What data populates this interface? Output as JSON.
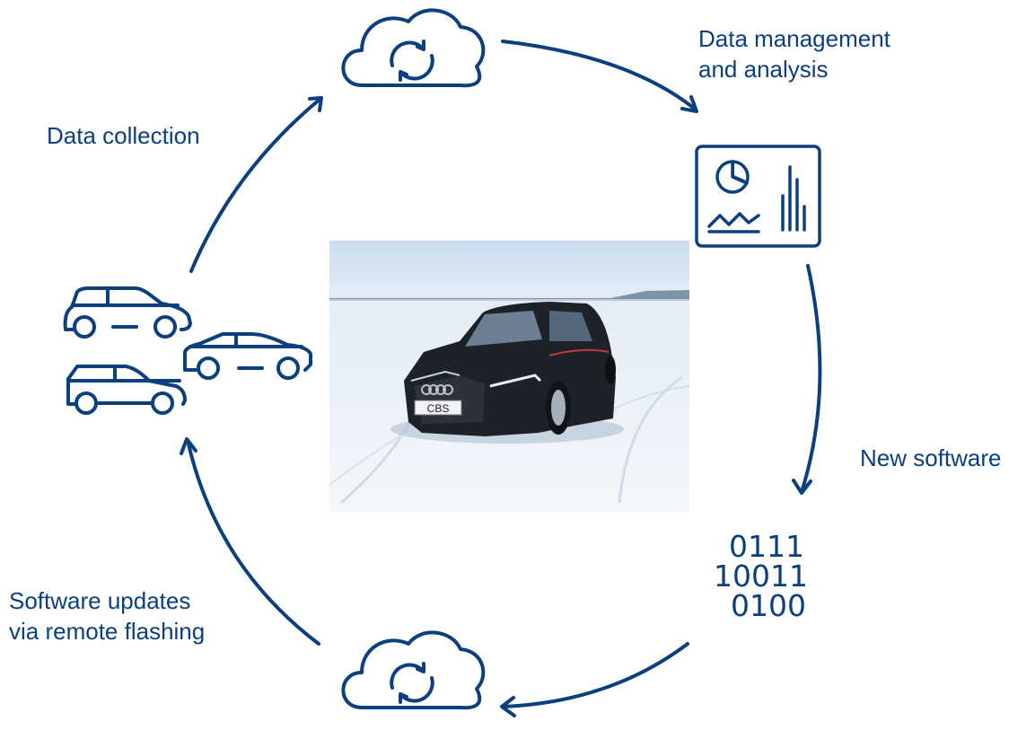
{
  "labels": {
    "data_collection": "Data collection",
    "data_management": [
      "Data management",
      "and analysis"
    ],
    "new_software": "New software",
    "software_updates": [
      "Software updates",
      "via remote flashing"
    ]
  },
  "binary_code": [
    "0111",
    "10011",
    "0100"
  ],
  "photo": {
    "license_plate": "CBS"
  },
  "icons": [
    "cloud-sync-icon",
    "dashboard-chart-icon",
    "cars-fleet-icon",
    "binary-code"
  ],
  "colors": {
    "primary": "#0b3f7e",
    "photo_sky": "#dce9f5",
    "photo_snow": "#e9f1f8",
    "car_body": "#1d2229"
  }
}
